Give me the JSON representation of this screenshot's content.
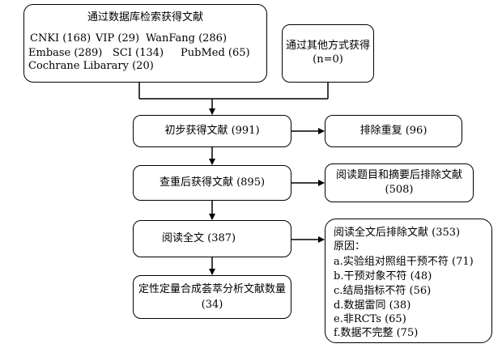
{
  "search_box": {
    "title": "通过数据库检索获得文献",
    "cnki": "CNKI (168)",
    "vip": "VIP (29)",
    "wanfang": "WanFang (286)",
    "embase": "Embase (289)",
    "sci": "SCI (134)",
    "pubmed": "PubMed (65)",
    "cochrane": "Cochrane Libarary (20)"
  },
  "other_box": {
    "line1": "通过其他方式获得",
    "line2": "(n=0)"
  },
  "initial_box": {
    "text": "初步获得文献 (991)"
  },
  "dup_box": {
    "text": "排除重复 (96)"
  },
  "dedup_box": {
    "text": "查重后获得文献 (895)"
  },
  "title_excl_box": {
    "line1": "阅读题目和摘要后排除文献",
    "line2": "(508)"
  },
  "fulltext_box": {
    "text": "阅读全文 (387)"
  },
  "fulltext_excl_box": {
    "title": "阅读全文后排除文献 (353)",
    "reasons_label": "原因：",
    "reasons": [
      "a.实验组对照组干预不符 (71)",
      "b.干预对象不符 (48)",
      "c.结局指标不符 (56)",
      "d.数据雷同 (38)",
      "e.非RCTs (65)",
      "f.数据不完整 (75)"
    ]
  },
  "final_box": {
    "line1": "定性定量合成荟萃分析文献数量",
    "line2": "(34)"
  }
}
